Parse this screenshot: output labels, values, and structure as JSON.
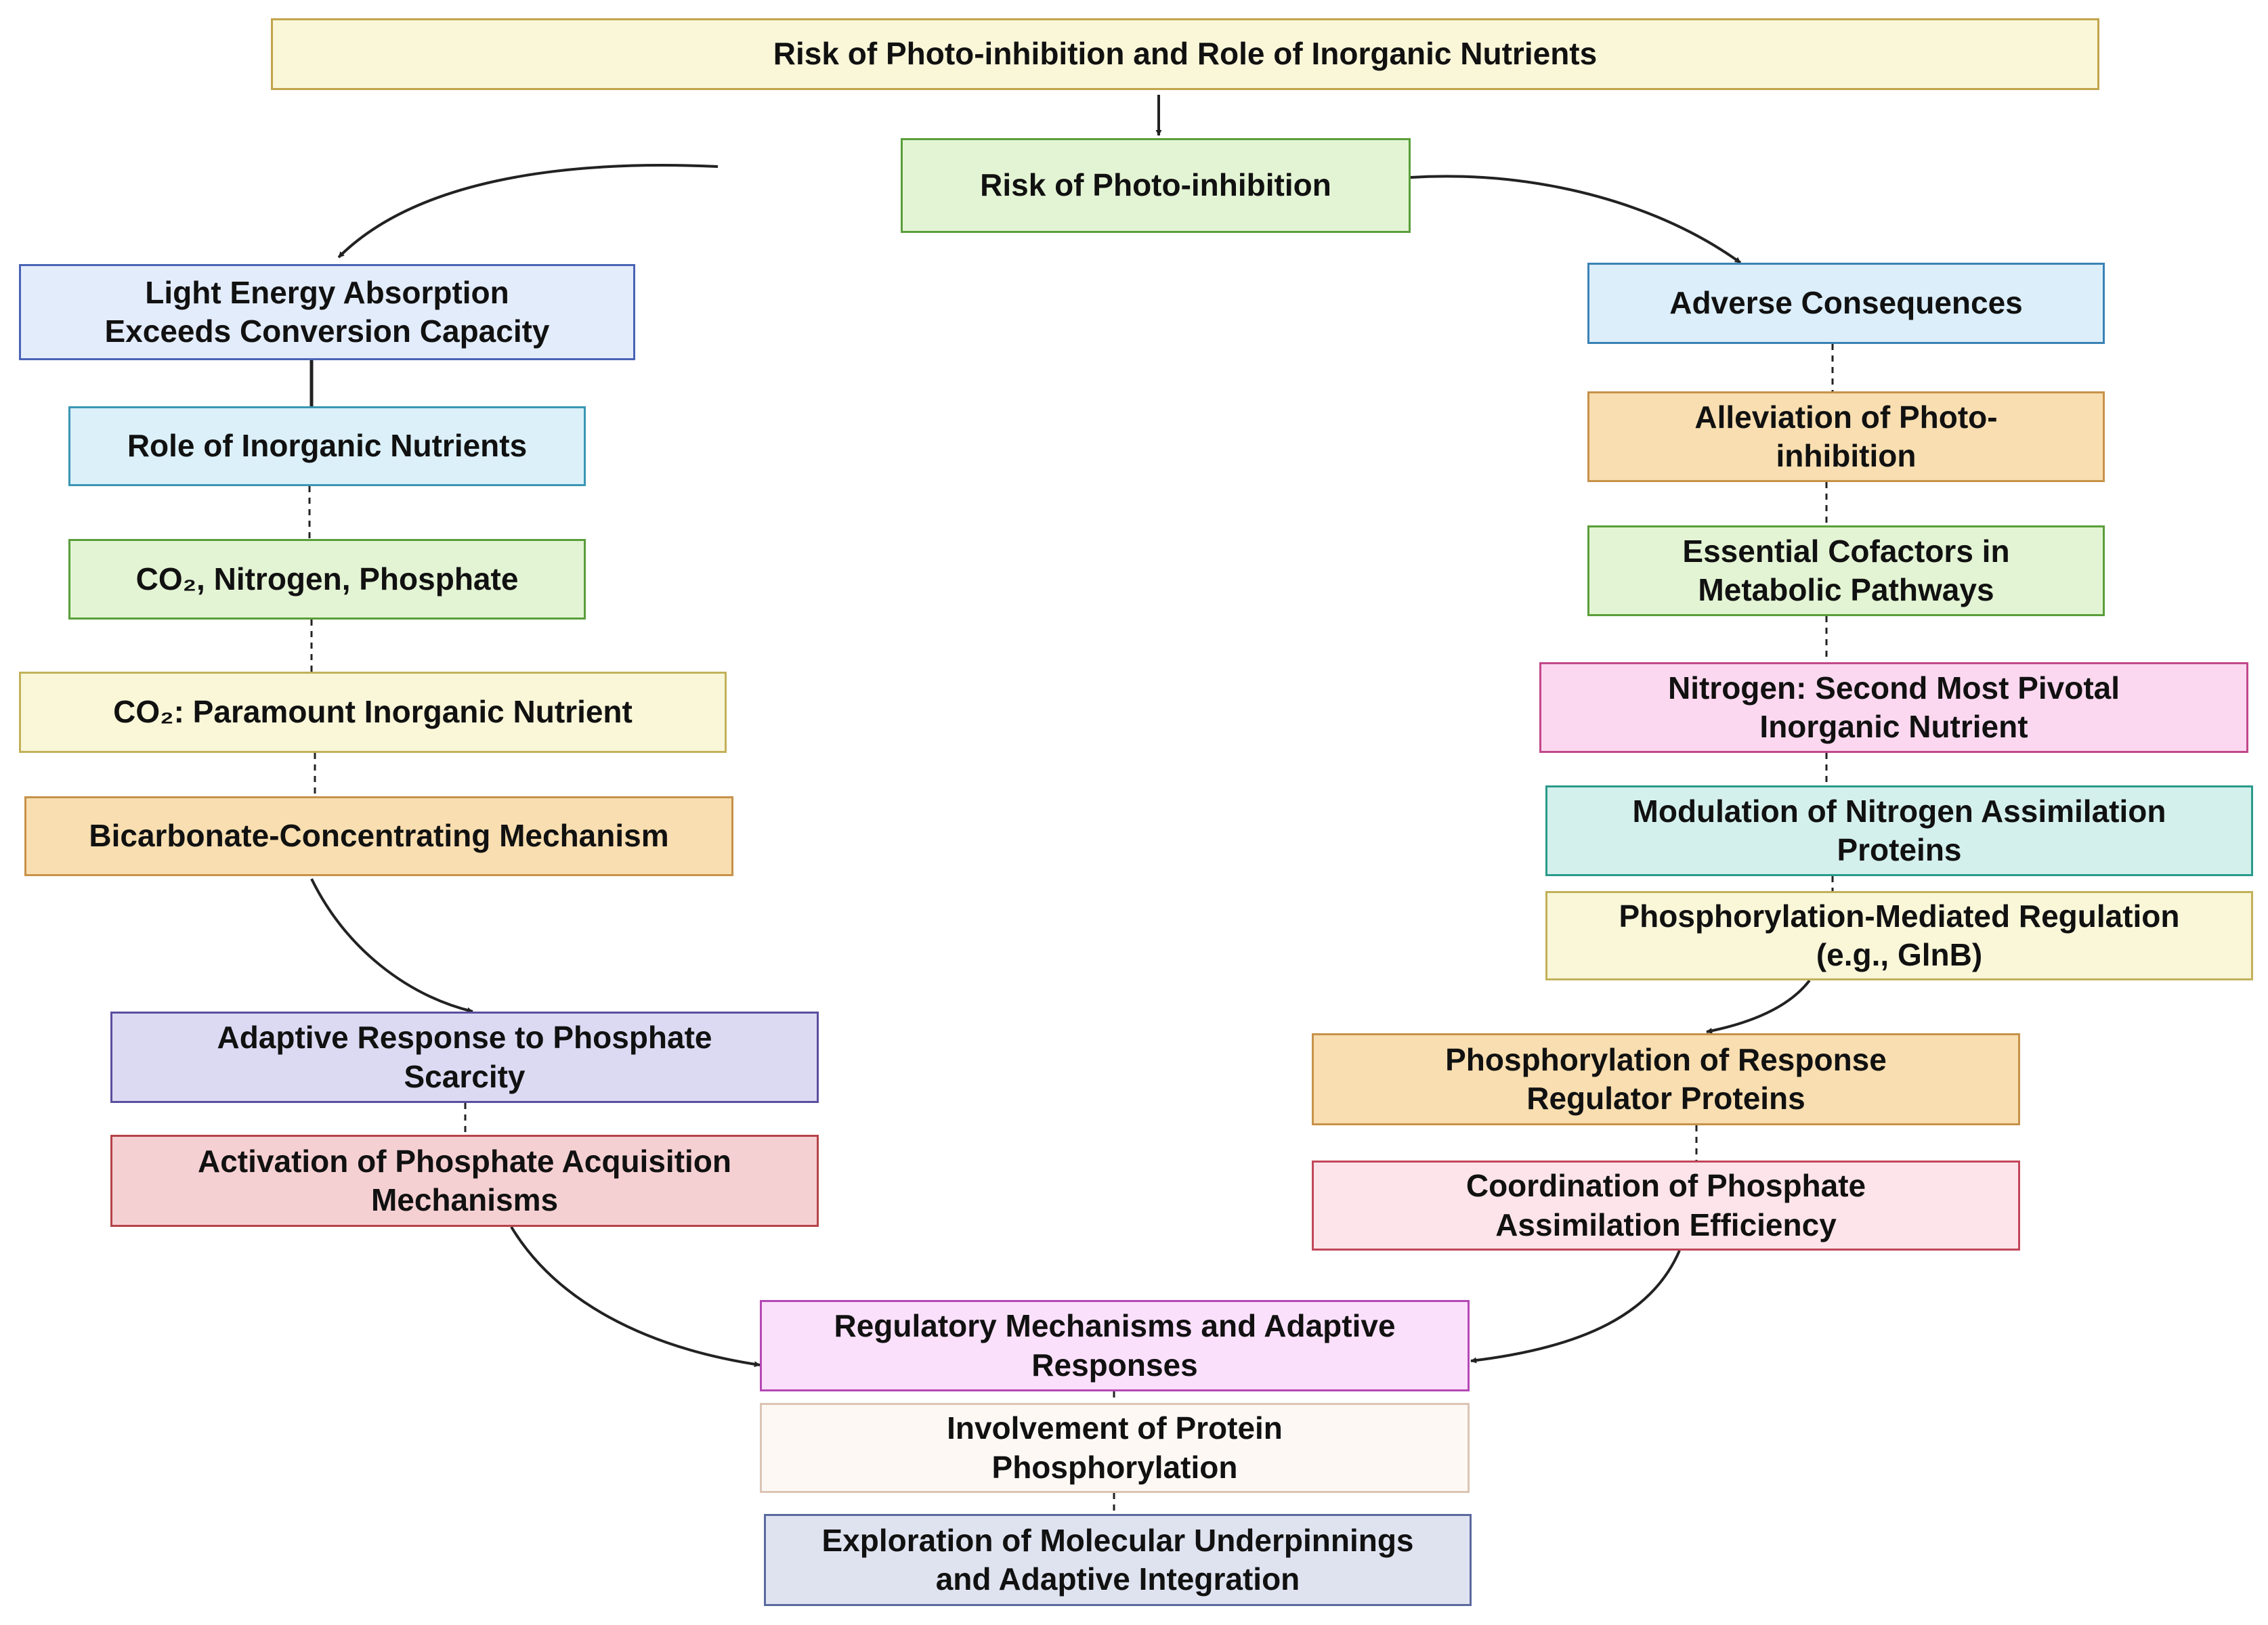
{
  "title": "Risk of Photo-inhibition and Role of Inorganic Nutrients",
  "nodes": {
    "center_top": {
      "text": "Risk of Photo-inhibition",
      "fill": "#e3f4d4",
      "border": "#5a9e3a"
    },
    "light_energy": {
      "text": "Light Energy Absorption\nExceeds Conversion Capacity",
      "fill": "#e3ecfb",
      "border": "#4a63b5"
    },
    "role_nutrients": {
      "text": "Role of Inorganic Nutrients",
      "fill": "#dbf0f8",
      "border": "#3a96b5"
    },
    "co2_n_p": {
      "text": "CO₂, Nitrogen, Phosphate",
      "fill": "#e3f4d4",
      "border": "#5a9e3a"
    },
    "co2_paramount": {
      "text": "CO₂: Paramount Inorganic Nutrient",
      "fill": "#f9f7d8",
      "border": "#c2b15a"
    },
    "bicarbonate": {
      "text": "Bicarbonate-Concentrating Mechanism",
      "fill": "#f8deb0",
      "border": "#c7924a"
    },
    "adaptive_phosphate": {
      "text": "Adaptive Response to Phosphate\nScarcity",
      "fill": "#dcdaf3",
      "border": "#5a4e9e"
    },
    "activation_phosphate": {
      "text": "Activation of Phosphate Acquisition\nMechanisms",
      "fill": "#f5d0d2",
      "border": "#b5434a"
    },
    "adverse": {
      "text": "Adverse Consequences",
      "fill": "#dbeefa",
      "border": "#3a82b5"
    },
    "alleviation": {
      "text": "Alleviation of Photo-\ninhibition",
      "fill": "#f8deb0",
      "border": "#c7924a"
    },
    "cofactors": {
      "text": "Essential Cofactors in\nMetabolic Pathways",
      "fill": "#e3f4d4",
      "border": "#5a9e3a"
    },
    "nitrogen_second": {
      "text": "Nitrogen: Second Most Pivotal\nInorganic Nutrient",
      "fill": "#fbd8ef",
      "border": "#c2478a"
    },
    "modulation_n": {
      "text": "Modulation of Nitrogen Assimilation\nProteins",
      "fill": "#d4f0ec",
      "border": "#2a9a8a"
    },
    "phospho_regulation": {
      "text": "Phosphorylation-Mediated Regulation\n(e.g., GlnB)",
      "fill": "#f9f7d8",
      "border": "#c2b15a"
    },
    "phospho_response": {
      "text": "Phosphorylation of Response\nRegulator Proteins",
      "fill": "#f8deb0",
      "border": "#c7924a"
    },
    "coordination": {
      "text": "Coordination of Phosphate\nAssimilation Efficiency",
      "fill": "#fde4ea",
      "border": "#c2475a"
    },
    "regulatory": {
      "text": "Regulatory Mechanisms and Adaptive\nResponses",
      "fill": "#fbe0fb",
      "border": "#b547b5"
    },
    "protein_phospho": {
      "text": "Involvement of Protein\nPhosphorylation",
      "fill": "#fdf8f4",
      "border": "#dcc4b5"
    },
    "exploration": {
      "text": "Exploration of Molecular Underpinnings\nand Adaptive Integration",
      "fill": "#dfe3f0",
      "border": "#5a6a9e"
    }
  },
  "colors": {
    "title_fill": "#f9f7d8",
    "title_border": "#c2a44a",
    "connector": "#222222"
  }
}
